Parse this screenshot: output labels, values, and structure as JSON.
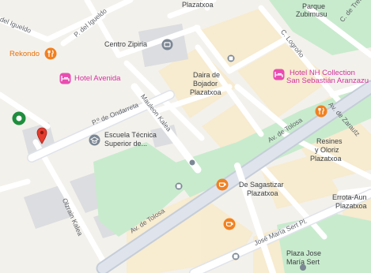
{
  "labels": {
    "p_del_igueldo": "P. del Igueldo",
    "del_igueldo": "del Igueldo",
    "plazatxoa_top": "Plazatxoa",
    "parque_zubimusu_1": "Parque",
    "parque_zubimusu_2": "Zubimusu",
    "c_de_tremo": "C. de Tremo",
    "rekondo": "Rekondo",
    "centro_zipiria": "Centro Zipiria",
    "c_logrono": "C. Logroño",
    "hotel_avenida": "Hotel Avenida",
    "daira_1": "Daira de",
    "daira_2": "Bojador",
    "daira_3": "Plazatxoa",
    "hotel_nh_1": "Hotel NH Collection",
    "hotel_nh_2": "San Sebastián Aranzazu",
    "p_de_ondarreta": "P.º de Ondarreta",
    "mauleon_kalea": "Mauleon Kalea",
    "av_de_zarautz": "Av. de Zarautz",
    "escuela_1": "Escuela Técnica",
    "escuela_2": "Superior de...",
    "av_de_tolosa_upper": "Av. de Tolosa",
    "resines_1": "Resines",
    "resines_2": "y Oloriz",
    "resines_3": "Plazatxoa",
    "de_sagastizar_1": "De Sagastizar",
    "de_sagastizar_2": "Plazatxoa",
    "errota_1": "Errota-Aun",
    "errota_2": "Plazatxoa",
    "av_de_tolosa_lower": "Av. de Tolosa",
    "jose_maria_sert": "José María Sert Pl.",
    "olzrain_kalea": "Olzrain Kalea",
    "plaza_jose_1": "Plaza Jose",
    "plaza_jose_2": "María Sert"
  },
  "icons": {
    "rekondo": "restaurant-icon",
    "hotel_avenida": "hotel-icon",
    "hotel_nh": "hotel-icon",
    "centro_zipiria": "place-icon",
    "escuela": "school-icon",
    "green_marker": "location-marker-icon",
    "red_pin": "dropped-pin-icon"
  },
  "colors": {
    "restaurant": "#f2801f",
    "hotel": "#e94cb0",
    "park": "#c8ebcd",
    "dropped_pin": "#e33b2e",
    "marker": "#1e8e3e"
  }
}
